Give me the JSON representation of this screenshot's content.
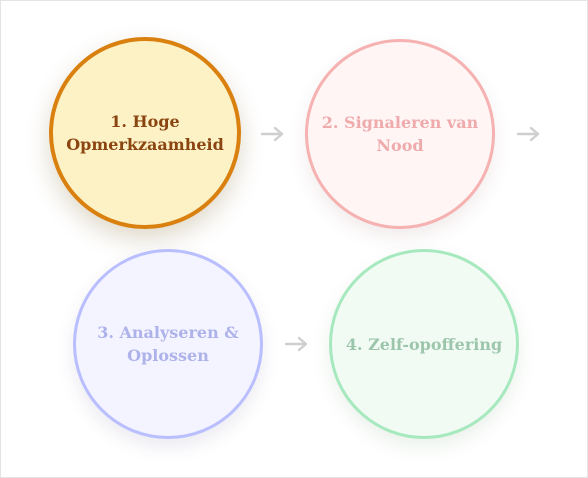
{
  "steps": [
    {
      "number": "1.",
      "line1": "1. Hoge",
      "line2": "Opmerkzaamheid"
    },
    {
      "number": "2.",
      "line1": "2. Signaleren van",
      "line2": "Nood"
    },
    {
      "number": "3.",
      "line1": "3. Analyseren &",
      "line2": "Oplossen"
    },
    {
      "number": "4.",
      "line1": "4. Zelf-opoffering",
      "line2": ""
    }
  ],
  "colors": {
    "step1_border": "#d9800f",
    "step1_fill": "#fdf2c6",
    "step1_text": "#8a4510",
    "step2_border": "#f6b1b1",
    "step3_border": "#b9beff",
    "step4_border": "#a7e9bf",
    "arrow": "#cfcfcf"
  },
  "icons": {
    "arrow": "arrow-right-icon"
  }
}
